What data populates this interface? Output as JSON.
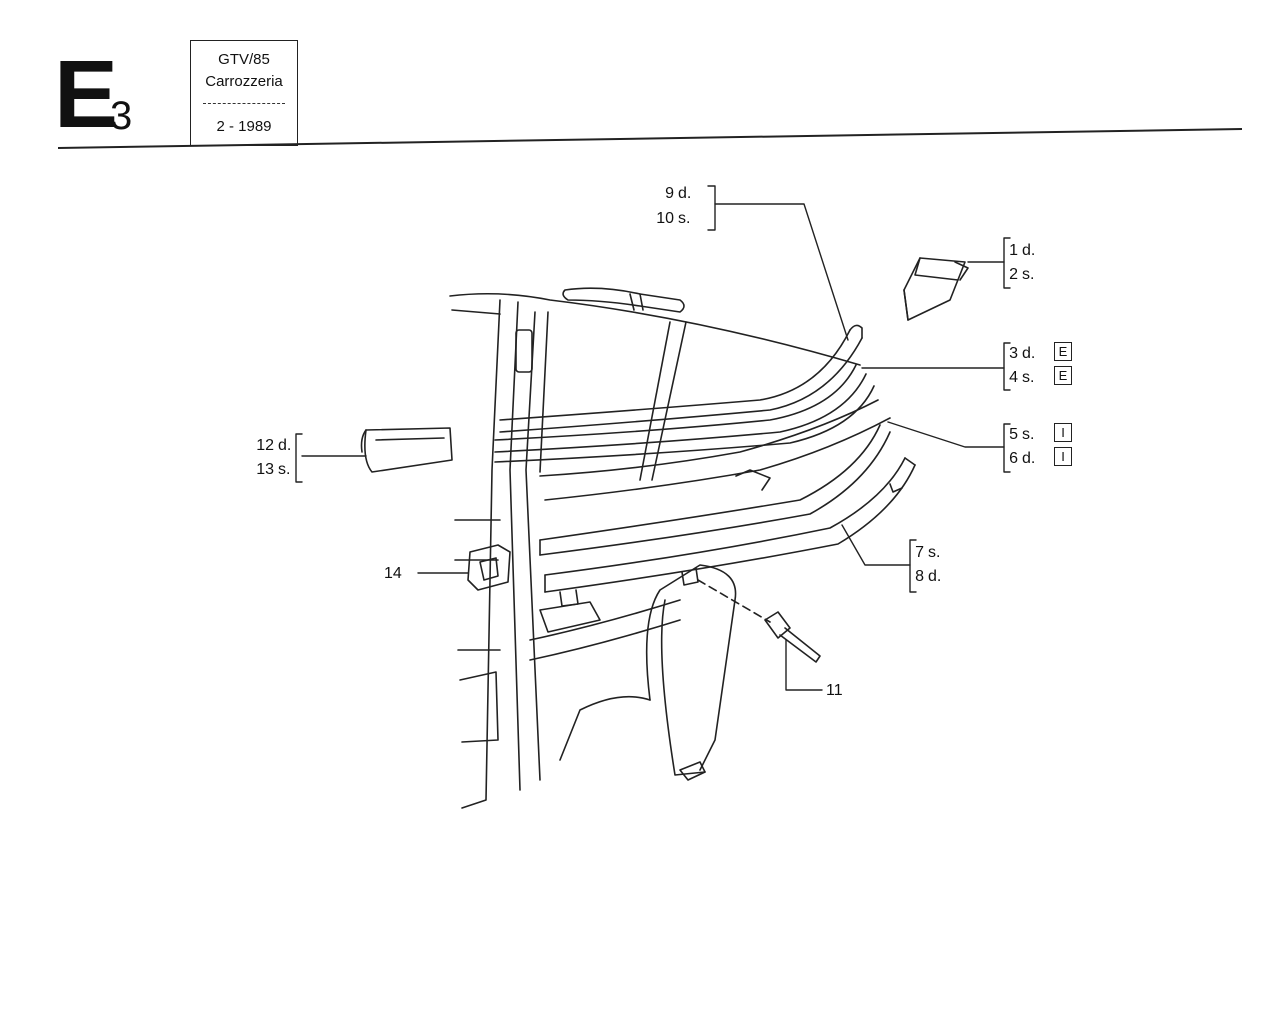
{
  "header": {
    "section_letter": "E",
    "section_number": "3",
    "model": "GTV/85",
    "group": "Carrozzeria",
    "date": "2 - 1989"
  },
  "callouts": {
    "p1": {
      "num": "1",
      "side": "d."
    },
    "p2": {
      "num": "2",
      "side": "s."
    },
    "p3": {
      "num": "3",
      "side": "d.",
      "code": "E"
    },
    "p4": {
      "num": "4",
      "side": "s.",
      "code": "E"
    },
    "p5": {
      "num": "5",
      "side": "s.",
      "code": "I"
    },
    "p6": {
      "num": "6",
      "side": "d.",
      "code": "I"
    },
    "p7": {
      "num": "7",
      "side": "s."
    },
    "p8": {
      "num": "8",
      "side": "d."
    },
    "p9": {
      "num": "9",
      "side": "d."
    },
    "p10": {
      "num": "10",
      "side": "s."
    },
    "p11": {
      "num": "11"
    },
    "p12": {
      "num": "12",
      "side": "d."
    },
    "p13": {
      "num": "13",
      "side": "s."
    },
    "p14": {
      "num": "14"
    }
  }
}
